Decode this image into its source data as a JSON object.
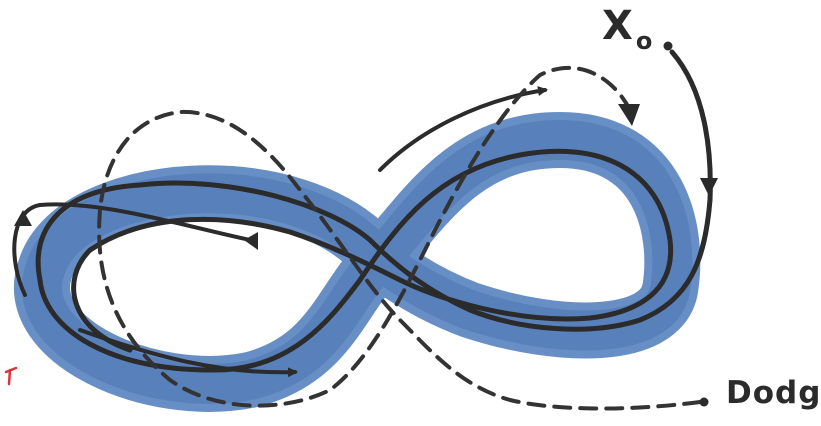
{
  "labels": {
    "x0_main": "X",
    "x0_sub": "o",
    "dodgy": "Dodgy"
  },
  "colors": {
    "attractor": "#5b86c0",
    "attractor_edge": "#4a76b3",
    "ink": "#2b2b2b",
    "dashed_ink": "#333333",
    "mark": "#d8343a"
  }
}
